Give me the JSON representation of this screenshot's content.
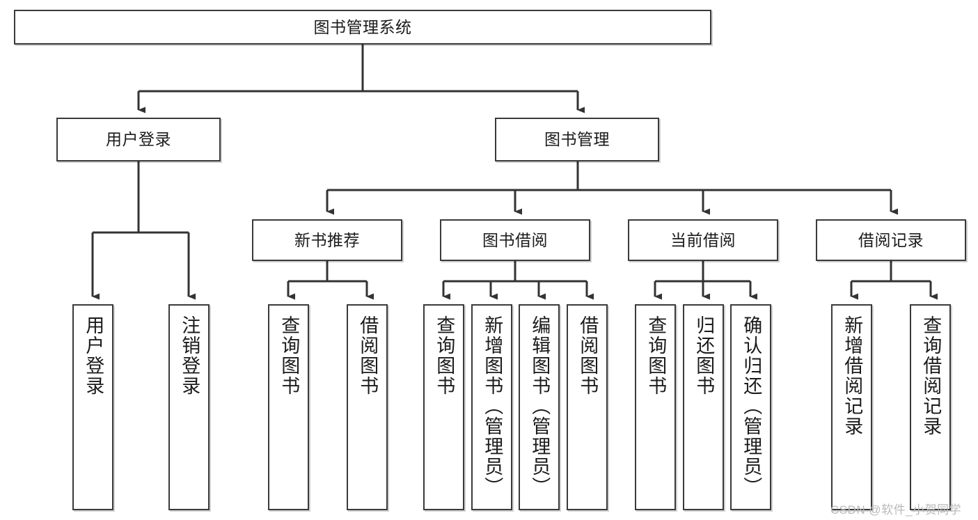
{
  "diagram": {
    "title": "图书管理系统",
    "type": "tree-hierarchy-diagram",
    "colors": {
      "box_border": "#3a3a3a",
      "box_fill": "#ffffff",
      "connector": "#333333",
      "background": "#ffffff",
      "watermark": "#b9b9b9"
    },
    "root": {
      "label": "图书管理系统"
    },
    "level2": [
      {
        "label": "用户登录"
      },
      {
        "label": "图书管理"
      }
    ],
    "level3": [
      {
        "label": "新书推荐"
      },
      {
        "label": "图书借阅"
      },
      {
        "label": "当前借阅"
      },
      {
        "label": "借阅记录"
      }
    ],
    "leaves": {
      "user_login": [
        {
          "label": "用户登录"
        },
        {
          "label": "注销登录"
        }
      ],
      "new_book_recommend": [
        {
          "label": "查询图书"
        },
        {
          "label": "借阅图书"
        }
      ],
      "book_borrow": [
        {
          "label": "查询图书"
        },
        {
          "label": "新增图书（管理员）"
        },
        {
          "label": "编辑图书（管理员）"
        },
        {
          "label": "借阅图书"
        }
      ],
      "current_borrow": [
        {
          "label": "查询图书"
        },
        {
          "label": "归还图书"
        },
        {
          "label": "确认归还（管理员）"
        }
      ],
      "borrow_record": [
        {
          "label": "新增借阅记录"
        },
        {
          "label": "查询借阅记录"
        }
      ]
    }
  },
  "watermark": {
    "text": "CSDN @软件_小贺同学"
  }
}
